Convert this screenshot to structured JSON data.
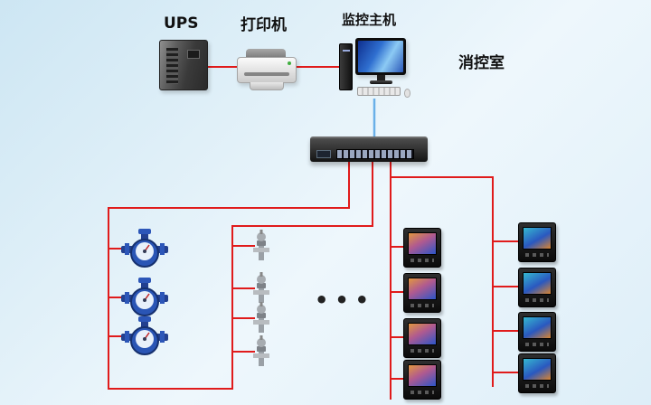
{
  "colors": {
    "background_top": "#cde6f3",
    "background_bottom": "#eef7fc",
    "line_red": "#e01b1b",
    "line_blue": "#6ab0e8"
  },
  "labels": {
    "ups": "UPS",
    "printer": "打印机",
    "monitoring_host": "监控主机",
    "control_room": "消控室",
    "ellipsis": "•••"
  }
}
